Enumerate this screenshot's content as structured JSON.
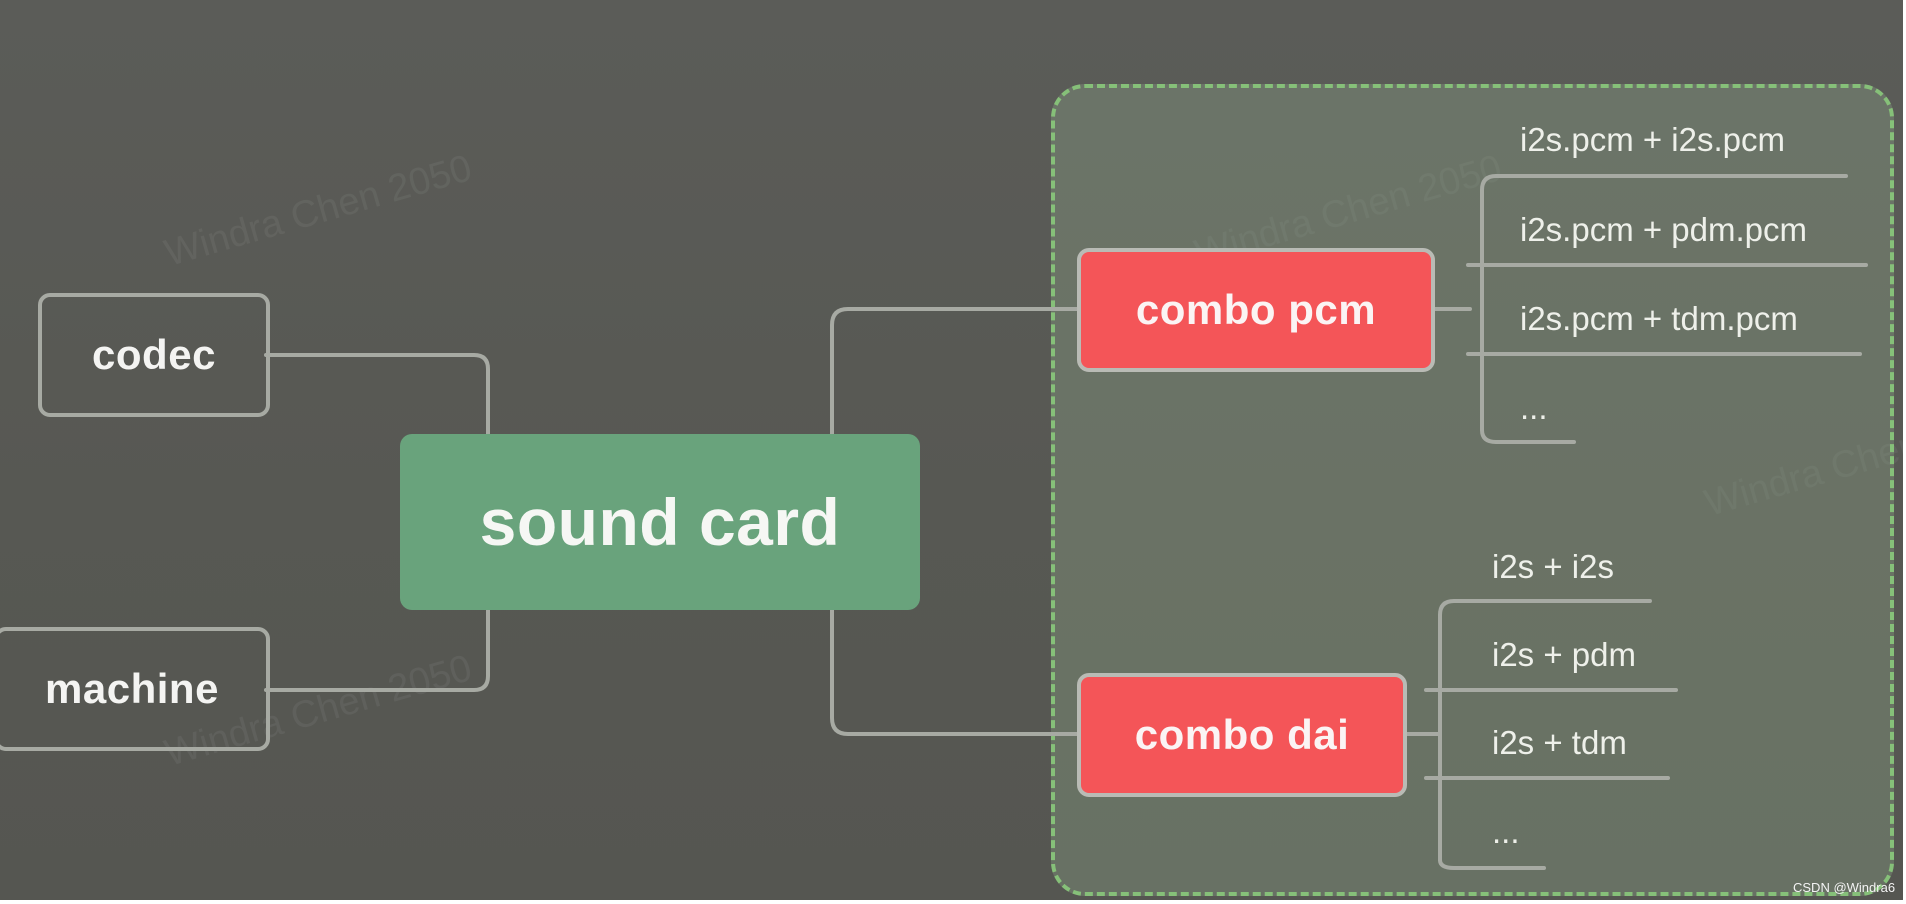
{
  "diagram": {
    "root": "sound card",
    "left_nodes": [
      "codec",
      "machine"
    ],
    "right_group": {
      "branches": [
        {
          "label": "combo pcm",
          "children": [
            "i2s.pcm + i2s.pcm",
            "i2s.pcm + pdm.pcm",
            "i2s.pcm + tdm.pcm",
            "..."
          ]
        },
        {
          "label": "combo dai",
          "children": [
            "i2s + i2s",
            "i2s + pdm",
            "i2s + tdm",
            "..."
          ]
        }
      ]
    }
  },
  "watermark_text": "Windra Chen 2050",
  "credit": "CSDN @Windra6",
  "colors": {
    "background": "#5a5b56",
    "root_fill": "#69a37c",
    "branch_fill": "#f45558",
    "group_border": "#86c079",
    "connector": "#a7aaa3"
  }
}
